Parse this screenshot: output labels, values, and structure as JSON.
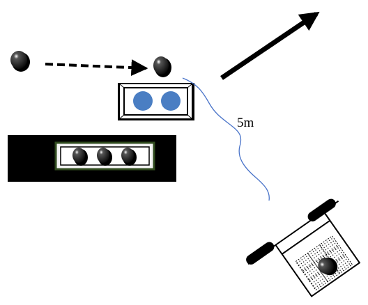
{
  "diagram": {
    "distance_label": "5m",
    "colors": {
      "ball": "#000000",
      "blue_ball": "#4a7ec3",
      "rope": "#4a74c9",
      "dark_panel": "#000000",
      "tray_border": "#2f4a1e",
      "tray_fill": "#f2f2f2",
      "robot_body": "#000000",
      "grid_fill": "#ffffff"
    },
    "elements": [
      "ball-start",
      "dashed-arrow",
      "ball-end",
      "blue-ball-tray",
      "black-ball-rack",
      "direction-arrow",
      "tether-rope",
      "robot"
    ]
  }
}
